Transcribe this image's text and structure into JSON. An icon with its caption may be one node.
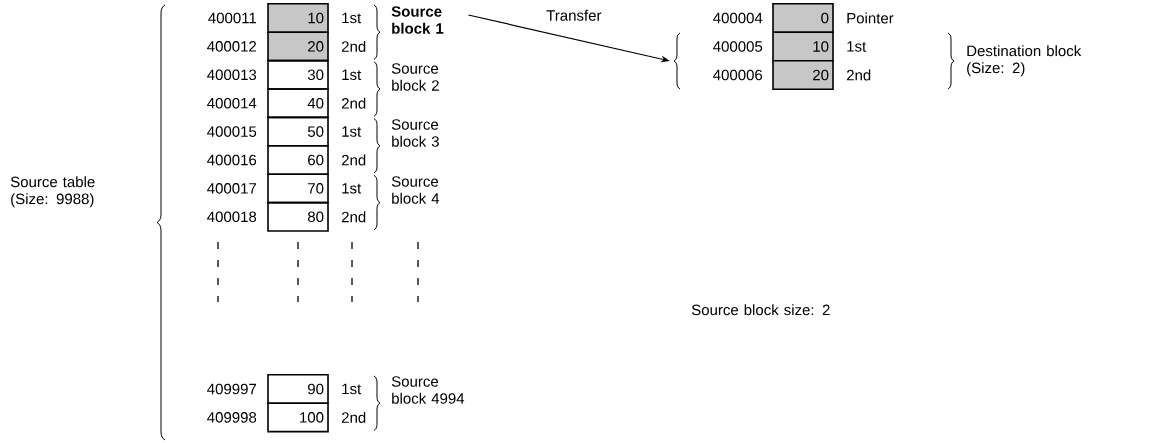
{
  "diagram": {
    "nodes": [
      {
        "text": [
          "10"
        ],
        "beside": [
          "400011",
          "1st"
        ]
      },
      {
        "text": [
          "20"
        ],
        "beside": [
          "400012",
          "2nd"
        ]
      },
      {
        "text": [
          "30"
        ],
        "beside": [
          "400013",
          "1st"
        ]
      },
      {
        "text": [
          "40"
        ],
        "beside": [
          "400014",
          "2nd"
        ]
      },
      {
        "text": [
          "50"
        ],
        "beside": [
          "400015",
          "1st"
        ]
      },
      {
        "text": [
          "60"
        ],
        "beside": [
          "400016",
          "2nd"
        ]
      },
      {
        "text": [
          "70"
        ],
        "beside": [
          "400017",
          "1st"
        ]
      },
      {
        "text": [
          "80"
        ],
        "beside": [
          "400018",
          "2nd"
        ]
      },
      {
        "text": [
          "90"
        ],
        "beside": [
          "409997",
          "1st"
        ]
      },
      {
        "text": [
          "100"
        ],
        "beside": [
          "409998",
          "2nd"
        ]
      },
      {
        "text": [
          "0"
        ],
        "beside": [
          "400004",
          "Pointer"
        ]
      },
      {
        "text": [
          "10"
        ],
        "beside": [
          "400005",
          "1st"
        ]
      },
      {
        "text": [
          "20"
        ],
        "beside": [
          "400006",
          "2nd"
        ]
      },
      {
        "text": [
          "Source block 1"
        ]
      },
      {
        "text": [],
        "shape": "brace"
      }
    ],
    "edges": [
      {
        "from": 13,
        "to": 14,
        "arrow": "to",
        "label": "Transfer"
      }
    ],
    "labels": [
      "Destination block (Size: 2)",
      "Source block 2",
      "Source block 3",
      "Source table (Size: 9988)",
      "Source block 4",
      "Source block size: 2",
      "Source block 4994"
    ]
  }
}
